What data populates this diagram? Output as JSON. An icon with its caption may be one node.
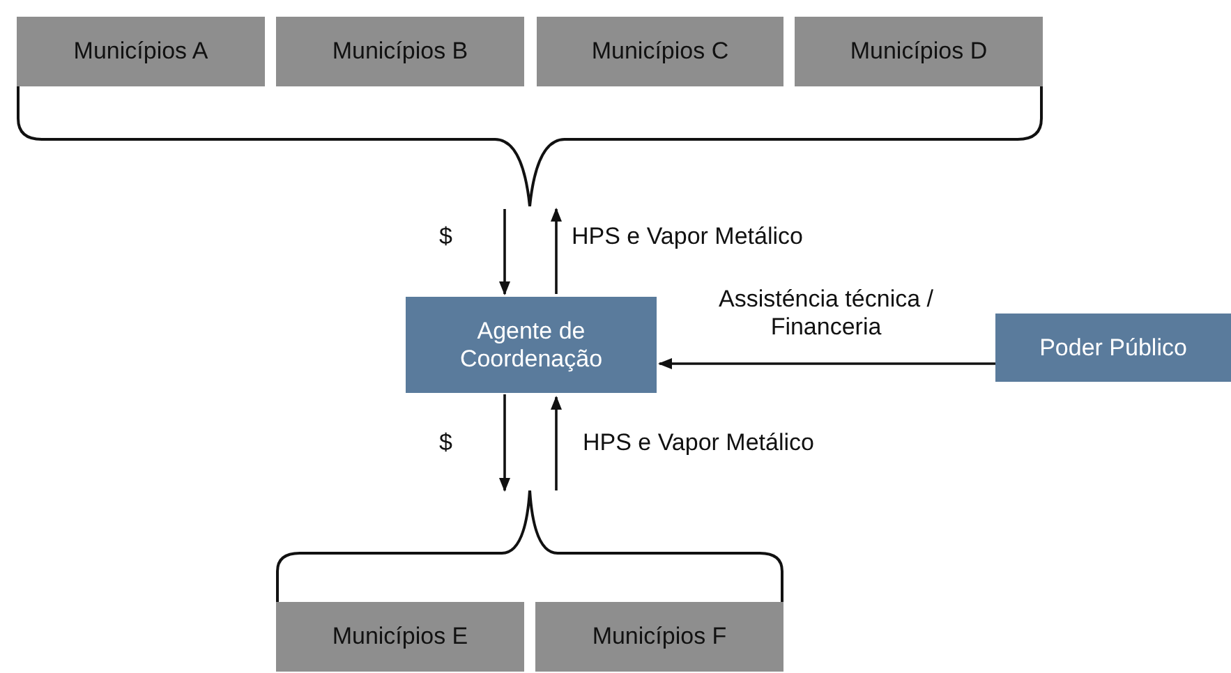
{
  "diagram": {
    "nodes": [
      {
        "text": [
          "Municípios A"
        ]
      },
      {
        "text": [
          "Municípios B"
        ]
      },
      {
        "text": [
          "Municípios C"
        ]
      },
      {
        "text": [
          "Municípios D"
        ]
      },
      {
        "text": [],
        "shape": "brace"
      },
      {
        "text": [
          "Agente de Coordenação"
        ]
      },
      {
        "text": [
          "Poder Público"
        ]
      },
      {
        "text": [],
        "shape": "brace"
      },
      {
        "text": [
          "Municípios E"
        ]
      },
      {
        "text": [
          "Municípios F"
        ]
      }
    ],
    "edges": [
      {
        "from": 4,
        "to": 5,
        "arrow": "to",
        "label": "$"
      },
      {
        "from": 5,
        "to": 4,
        "arrow": "to",
        "label": "HPS e Vapor Metálico"
      },
      {
        "from": 6,
        "to": 5,
        "arrow": "to",
        "label": "Assisténcia técnica / Financeria"
      },
      {
        "from": 5,
        "to": 7,
        "arrow": "to",
        "label": "$"
      },
      {
        "from": 7,
        "to": 5,
        "arrow": "to",
        "label": "HPS e Vapor Metálico"
      }
    ]
  }
}
